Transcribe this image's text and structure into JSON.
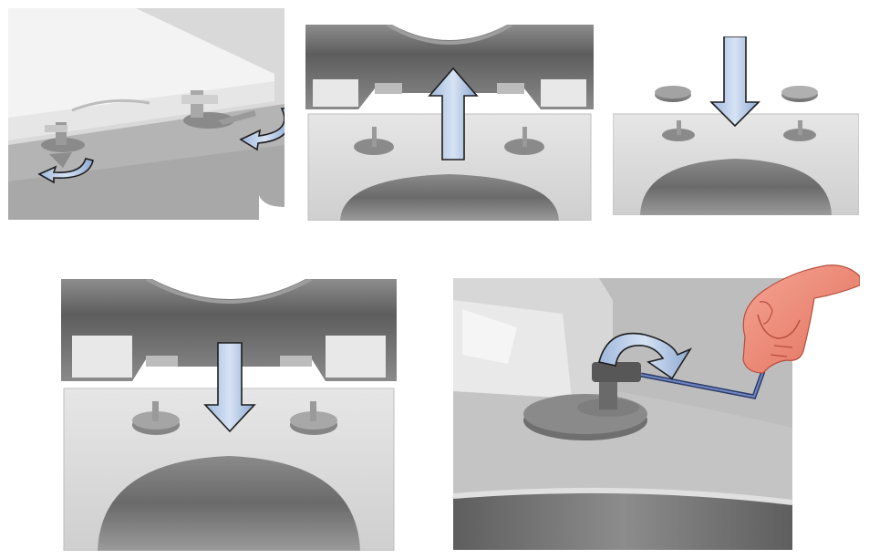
{
  "steps": [
    {
      "name": "loosen-hinges"
    },
    {
      "name": "lift-seat-off"
    },
    {
      "name": "place-cover-discs"
    },
    {
      "name": "lower-seat-on"
    },
    {
      "name": "tighten-with-allen-key"
    }
  ],
  "colors": {
    "arrow_fill": "#b8cde8",
    "arrow_stroke": "#2b2b2b",
    "porcelain": "#dcdcdc",
    "porcelain_dark": "#7a7a7a",
    "seat": "#f2f2f2",
    "hand": "#f08a78",
    "key": "#3d4f7a"
  }
}
